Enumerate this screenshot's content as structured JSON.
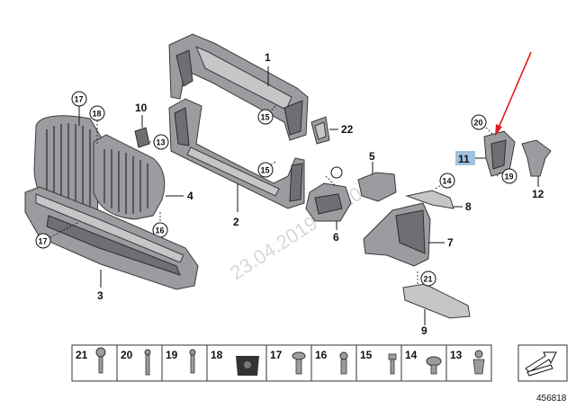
{
  "diagram": {
    "callouts": {
      "c1": "1",
      "c2": "2",
      "c3": "3",
      "c4": "4",
      "c5": "5",
      "c6": "6",
      "c7": "7",
      "c8": "8",
      "c9": "9",
      "c10": "10",
      "c11": "11",
      "c12": "12",
      "c13": "13",
      "c14": "14",
      "c15a": "15",
      "c15b": "15",
      "c16": "16",
      "c17a": "17",
      "c17b": "17",
      "c18": "18",
      "c19": "19",
      "c20": "20",
      "c21": "21",
      "c22": "22"
    },
    "watermark": "23.04.2019 11:10:13",
    "legend": [
      "21",
      "20",
      "19",
      "18",
      "17",
      "16",
      "15",
      "14",
      "13"
    ],
    "diagram_id": "456818",
    "colors": {
      "highlight": "#9fc3e0",
      "arrow": "#e02020",
      "part": "#9a9c9f"
    }
  }
}
